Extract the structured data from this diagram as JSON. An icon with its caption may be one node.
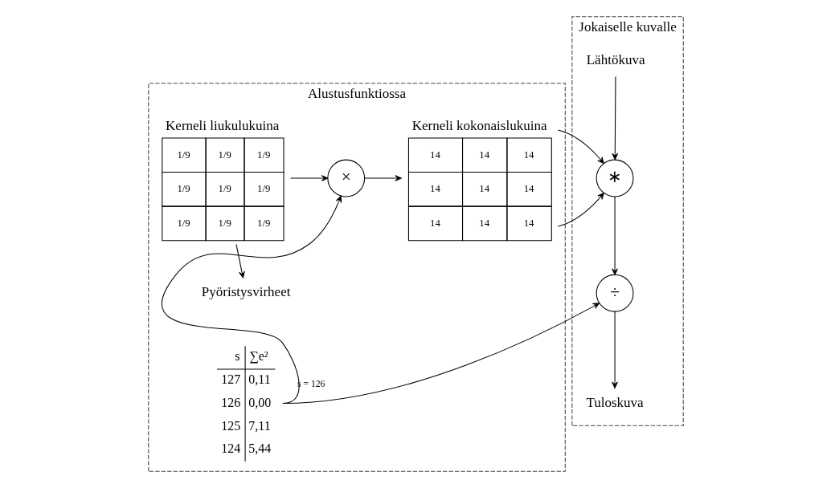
{
  "diagram": {
    "nodes": [
      {
        "text": [
          "Alustusfunktiossa"
        ]
      },
      {
        "text": [
          "Kerneli liukulukuina",
          "1/9",
          "1/9",
          "1/9",
          "1/9",
          "1/9",
          "1/9",
          "1/9",
          "1/9",
          "1/9"
        ],
        "in": 0
      },
      {
        "text": [
          "Pyöristysvirheet"
        ],
        "in": 0
      },
      {
        "text": [
          "s",
          "∑e²",
          "127",
          "0,11",
          "126",
          "0,00",
          "125",
          "7,11",
          "124",
          "5,44"
        ],
        "in": 0
      },
      {
        "text": [
          "×"
        ],
        "in": 0
      },
      {
        "text": [
          "Kerneli kokonaislukuina",
          "14",
          "14",
          "14",
          "14",
          "14",
          "14",
          "14",
          "14",
          "14"
        ],
        "in": 0
      },
      {
        "text": [
          "Jokaiselle kuvalle"
        ]
      },
      {
        "text": [
          "Lähtökuva"
        ],
        "in": 6
      },
      {
        "text": [
          "∗"
        ],
        "in": 6
      },
      {
        "text": [
          "÷"
        ],
        "in": 6
      },
      {
        "text": [
          "Tuloskuva"
        ],
        "in": 6
      }
    ],
    "edges": [
      {
        "from": 1,
        "to": 2,
        "arrow": "to"
      },
      {
        "from": 1,
        "to": 4,
        "arrow": "to"
      },
      {
        "from": 3,
        "to": 4,
        "arrow": "to",
        "label": "s = 126"
      },
      {
        "from": 4,
        "to": 5,
        "arrow": "to"
      },
      {
        "from": 5,
        "to": 8,
        "arrow": "to"
      },
      {
        "from": 7,
        "to": 8,
        "arrow": "to"
      },
      {
        "from": 8,
        "to": 9,
        "arrow": "to"
      },
      {
        "from": 3,
        "to": 9,
        "arrow": "to"
      },
      {
        "from": 9,
        "to": 10,
        "arrow": "to"
      }
    ]
  }
}
